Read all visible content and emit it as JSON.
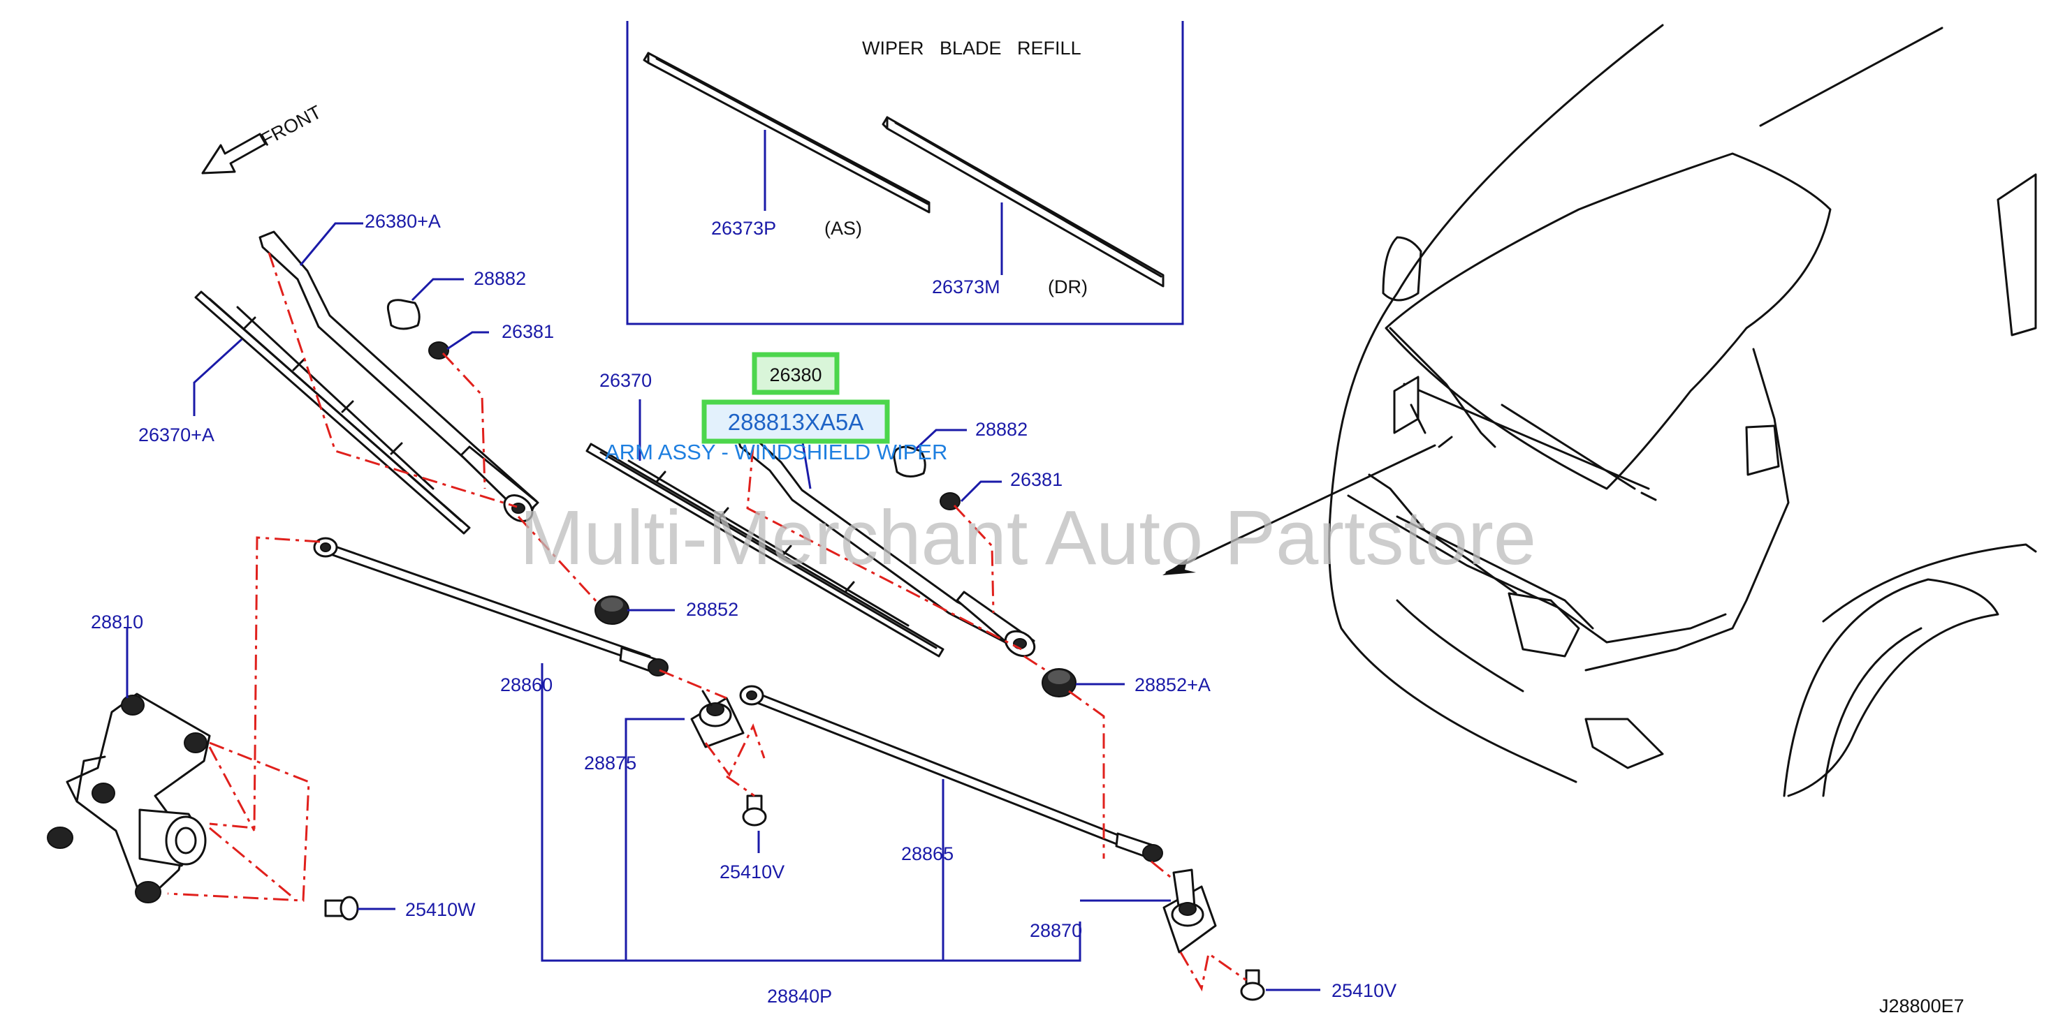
{
  "inset_title": "WIPER   BLADE   REFILL",
  "front_label": "FRONT",
  "diagram_code": "J28800E7",
  "watermark": "Multi-Merchant Auto Partstore",
  "highlight": {
    "part_number": "26380",
    "oem_number": "288813XA5A",
    "part_name": "ARM ASSY - WINDSHIELD WIPER",
    "box_color": "#4cd64c"
  },
  "inset_labels": [
    {
      "code": "26373P",
      "side": "(AS)"
    },
    {
      "code": "26373M",
      "side": "(DR)"
    }
  ],
  "labels": {
    "arm_left": "26380+A",
    "cap_left": "28882",
    "nut_left": "26381",
    "blade_left": "26370+A",
    "blade_right": "26370",
    "cap_right": "28882",
    "nut_right": "26381",
    "motor": "28810",
    "grommet_center": "28852",
    "grommet_right": "28852+A",
    "link_left": "28860",
    "pivot_left": "28875",
    "bolt_center": "25410V",
    "link_right": "28865",
    "pivot_right": "28870",
    "bolt_right": "25410V",
    "bolt_motor": "25410W",
    "linkage_assy": "28840P"
  },
  "colors": {
    "label_text": "#1a1aa8",
    "leader_line": "#1a1aa8",
    "hidden_line": "#e0201c",
    "drawing_ink": "#111111"
  }
}
